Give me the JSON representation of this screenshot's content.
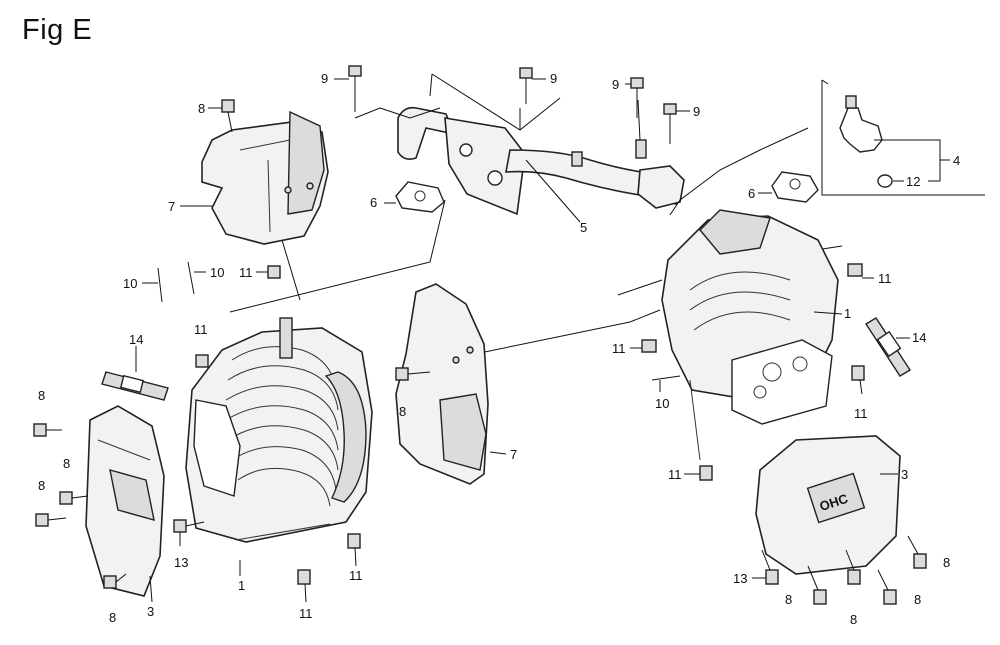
{
  "figure": {
    "title": "Fig E"
  },
  "callouts": {
    "c1a": "1",
    "c1b": "1",
    "c3a": "3",
    "c3b": "3",
    "c4": "4",
    "c5": "5",
    "c6a": "6",
    "c6b": "6",
    "c7a": "7",
    "c7b": "7",
    "c8a": "8",
    "c8b": "8",
    "c8c": "8",
    "c8d": "8",
    "c8e": "8",
    "c8f": "8",
    "c8g": "8",
    "c8h": "8",
    "c8i": "8",
    "c8j": "8",
    "c9a": "9",
    "c9b": "9",
    "c9c": "9",
    "c9d": "9",
    "c10a": "10",
    "c10b": "10",
    "c10c": "10",
    "c11a": "11",
    "c11b": "11",
    "c11c": "11",
    "c11d": "11",
    "c11e": "11",
    "c11f": "11",
    "c11g": "11",
    "c11h": "11",
    "c12": "12",
    "c13a": "13",
    "c13b": "13",
    "c14a": "14",
    "c14b": "14"
  },
  "brand_mark": "OHC"
}
